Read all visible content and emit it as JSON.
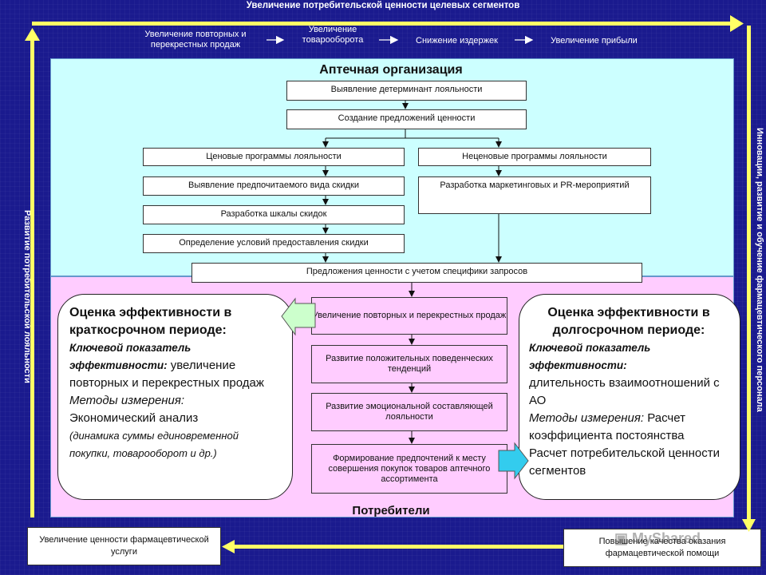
{
  "header": {
    "title": "Увеличение потребительской ценности целевых сегментов",
    "chain": [
      "Увеличение повторных и перекрестных продаж",
      "Увеличение товарооборота",
      "Снижение издержек",
      "Увеличение прибыли"
    ]
  },
  "side": {
    "left": "Развитие потребительской лояльности",
    "right": "Инновации, развитие и обучение фармацевтического персонала"
  },
  "top_zone": {
    "title": "Аптечная организация",
    "box1": "Выявление детерминант лояльности",
    "box2": "Создание предложений ценности",
    "price_programs": "Ценовые программы лояльности",
    "nonprice_programs": "Неценовые программы лояльности",
    "discount_type": "Выявление предпочитаемого вида скидки",
    "marketing": "Разработка маркетинговых и PR-мероприятий",
    "discount_scale": "Разработка шкалы скидок",
    "discount_terms": "Определение условий предоставления скидки",
    "value_offers": "Предложения ценности с учетом специфики запросов"
  },
  "bottom_zone": {
    "title": "Потребители",
    "steps": [
      "Увеличение повторных и перекрестных продаж",
      "Развитие положительных поведенческих тенденций",
      "Развитие эмоциональной составляющей лояльности",
      "Формирование предпочтений к месту совершения покупок товаров аптечного ассортимента"
    ]
  },
  "left_oval": {
    "title": "Оценка эффективности в краткосрочном периоде:",
    "kpi_label": "Ключевой показатель эффективности:",
    "kpi_value": "увеличение повторных и перекрестных продаж",
    "methods_label": "Методы измерения:",
    "methods_value": "Экономический анализ",
    "note": "(динамика суммы единовременной покупки, товарооборот и др.)"
  },
  "right_oval": {
    "title": "Оценка эффективности в долгосрочном периоде:",
    "kpi_label": "Ключевой показатель эффективности:",
    "kpi_value": "длительность взаимоотношений с АО",
    "methods_label": "Методы измерения:",
    "methods_value": "Расчет коэффициента постоянства",
    "methods_value2": "Расчет потребительской ценности сегментов"
  },
  "footer": {
    "left": "Увеличение ценности фармацевтической услуги",
    "right": "Повышение качества оказания фармацевтической помощи",
    "watermark": "MyShared"
  },
  "colors": {
    "background": "#1a1a8e",
    "top_zone": "#ccffff",
    "bottom_zone": "#ffccff",
    "frame_arrow": "#ffff66"
  }
}
